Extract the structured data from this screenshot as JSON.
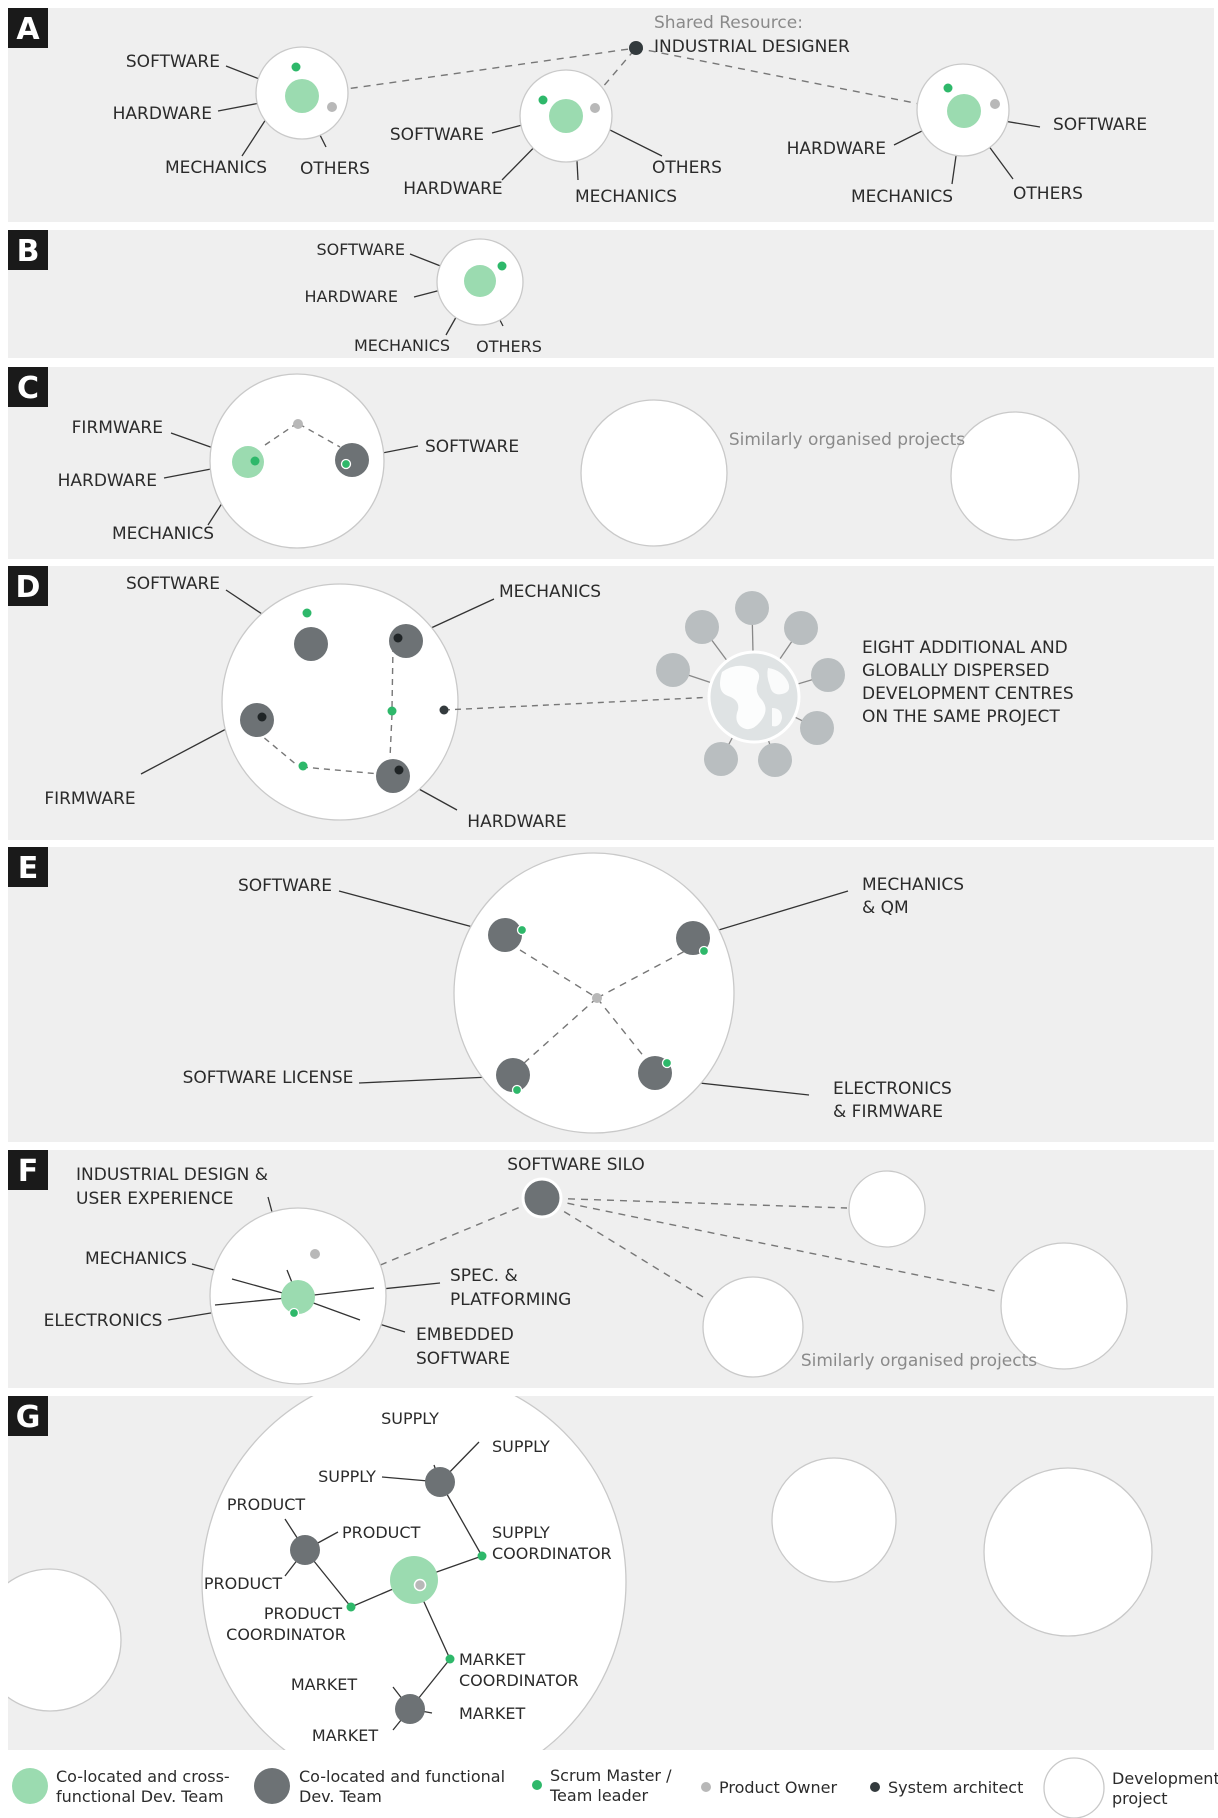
{
  "colors": {
    "panel_bg": "#efefef",
    "project_circle": "#ffffff",
    "project_stroke": "#c9c9c9",
    "cross_functional_team": "#9bdbb0",
    "functional_team": "#6d7275",
    "scrum_master": "#2eb86a",
    "product_owner": "#b8b8b8",
    "system_architect": "#333a3d",
    "globe_teams": "#b9bec0",
    "label_bg": "#1a1a1a"
  },
  "panels": {
    "A": {
      "letter": "A",
      "shared_resource_title": "Shared Resource:",
      "shared_resource_name": "INDUSTRIAL DESIGNER",
      "labels": {
        "p1_software": "SOFTWARE",
        "p1_hardware": "HARDWARE",
        "p1_mechanics": "MECHANICS",
        "p1_others": "OTHERS",
        "p2_software": "SOFTWARE",
        "p2_hardware": "HARDWARE",
        "p2_mechanics": "MECHANICS",
        "p2_others": "OTHERS",
        "p3_software": "SOFTWARE",
        "p3_hardware": "HARDWARE",
        "p3_mechanics": "MECHANICS",
        "p3_others": "OTHERS"
      }
    },
    "B": {
      "letter": "B",
      "labels": {
        "software": "SOFTWARE",
        "hardware": "HARDWARE",
        "mechanics": "MECHANICS",
        "others": "OTHERS"
      }
    },
    "C": {
      "letter": "C",
      "labels": {
        "firmware": "FIRMWARE",
        "hardware": "HARDWARE",
        "mechanics": "MECHANICS",
        "software": "SOFTWARE"
      },
      "similar": "Similarly organised projects"
    },
    "D": {
      "letter": "D",
      "labels": {
        "software": "SOFTWARE",
        "mechanics": "MECHANICS",
        "firmware": "FIRMWARE",
        "hardware": "HARDWARE"
      },
      "dispersed": [
        "EIGHT ADDITIONAL AND",
        "GLOBALLY DISPERSED",
        "DEVELOPMENT CENTRES",
        "ON THE SAME PROJECT"
      ]
    },
    "E": {
      "letter": "E",
      "labels": {
        "software": "SOFTWARE",
        "mechanics_1": "MECHANICS",
        "mechanics_2": "& QM",
        "license": "SOFTWARE LICENSE",
        "electronics_1": "ELECTRONICS",
        "electronics_2": "& FIRMWARE"
      }
    },
    "F": {
      "letter": "F",
      "labels": {
        "industrial_1": "INDUSTRIAL DESIGN &",
        "industrial_2": "USER EXPERIENCE",
        "mechanics": "MECHANICS",
        "electronics": "ELECTRONICS",
        "spec_1": "SPEC. &",
        "spec_2": "PLATFORMING",
        "embedded_1": "EMBEDDED",
        "embedded_2": "SOFTWARE",
        "silo": "SOFTWARE SILO"
      },
      "similar": "Similarly organised projects"
    },
    "G": {
      "letter": "G",
      "labels": {
        "supply_top": "SUPPLY",
        "supply_right": "SUPPLY",
        "supply_left": "SUPPLY",
        "supply_coord_1": "SUPPLY",
        "supply_coord_2": "COORDINATOR",
        "product_top": "PRODUCT",
        "product_right": "PRODUCT",
        "product_left": "PRODUCT",
        "product_coord_1": "PRODUCT",
        "product_coord_2": "COORDINATOR",
        "market_coord_1": "MARKET",
        "market_coord_2": "COORDINATOR",
        "market_left": "MARKET",
        "market_right": "MARKET",
        "market_bottom": "MARKET"
      }
    }
  },
  "legend": {
    "cross_1": "Co-located and cross-",
    "cross_2": "functional Dev. Team",
    "func_1": "Co-located and functional",
    "func_2": "Dev. Team",
    "scrum_1": "Scrum Master /",
    "scrum_2": "Team leader",
    "po": "Product Owner",
    "sa": "System architect",
    "dev_1": "Development",
    "dev_2": "project"
  }
}
